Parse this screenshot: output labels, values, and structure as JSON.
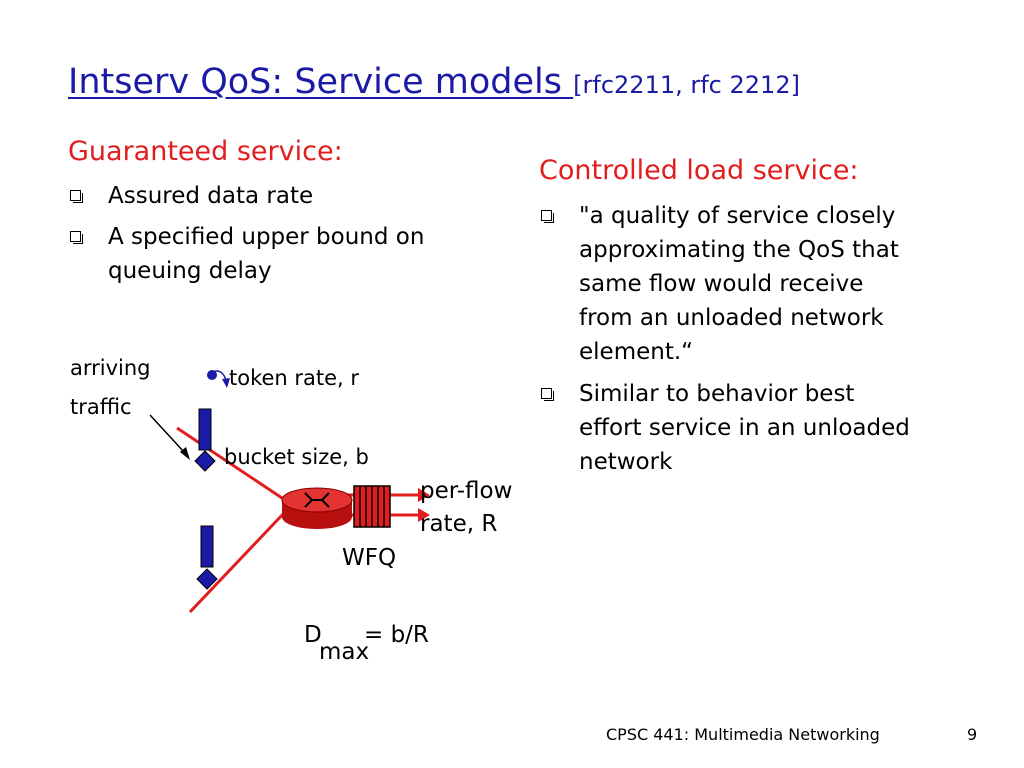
{
  "title": {
    "main": "Intserv QoS: Service models ",
    "ref": "[rfc2211, rfc 2212]"
  },
  "left": {
    "heading": "Guaranteed service:",
    "bullets": [
      {
        "lines": [
          "Assured data rate"
        ]
      },
      {
        "lines": [
          "A specified upper bound on",
          "queuing delay"
        ]
      }
    ]
  },
  "right": {
    "heading": "Controlled load service:",
    "bullets": [
      {
        "lines": [
          "\"a quality of service closely",
          "approximating the QoS that",
          "same flow would receive",
          "from an unloaded network",
          "element.“"
        ]
      },
      {
        "lines": [
          "Similar to behavior best",
          "effort service in an unloaded",
          "network"
        ]
      }
    ]
  },
  "diagram": {
    "arriving": "arriving",
    "traffic": "traffic",
    "token_rate": "token rate, r",
    "bucket_size": "bucket size, b",
    "per_flow": "per-flow",
    "rate": "rate, R",
    "wfq": "WFQ",
    "formula_d": "D",
    "formula_rest": "= b/R",
    "formula_sub": "max"
  },
  "footer": {
    "course": "CPSC 441: Multimedia Networking",
    "page": "9"
  }
}
